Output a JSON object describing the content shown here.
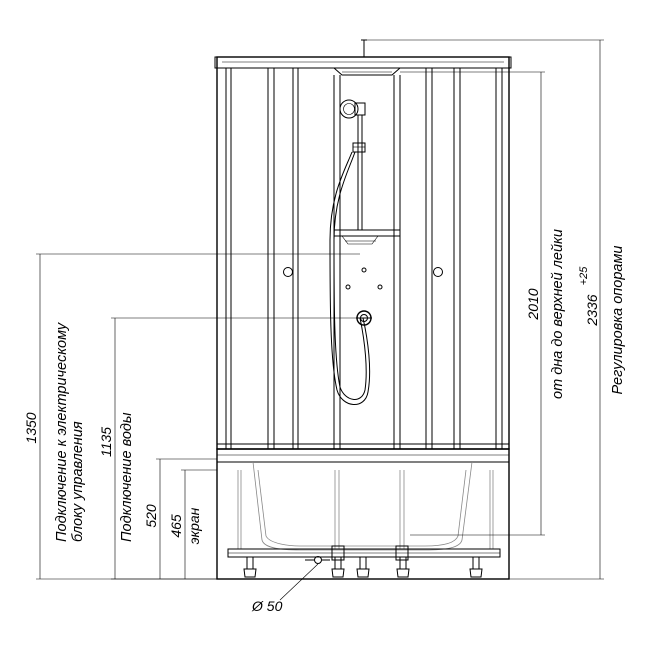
{
  "dimensions": {
    "d1350": "1350",
    "d1135": "1135",
    "d520": "520",
    "d465": "465",
    "d2010": "2010",
    "d2336": "2336",
    "d2336_tol": "+25",
    "d50": "Ø 50"
  },
  "labels": {
    "electrical_line1": "Подключение к электрическому",
    "electrical_line2": "блоку управления",
    "water": "Подключение воды",
    "screen": "экран",
    "from_bottom": "от дна до верхней лейки",
    "adjust": "Регулировка опорами"
  }
}
